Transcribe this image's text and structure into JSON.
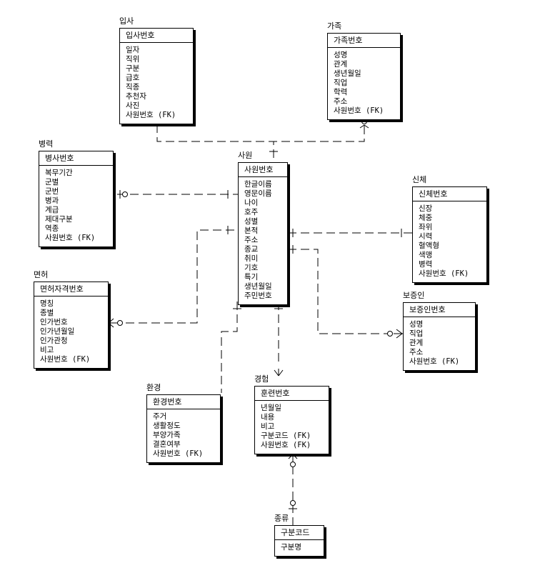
{
  "entities": [
    {
      "id": "ipsa",
      "title": "입사",
      "key": "입사번호",
      "attrs": [
        "일자",
        "직위",
        "구분",
        "급호",
        "직종",
        "추천자",
        "사진",
        "사원번호 (FK)"
      ]
    },
    {
      "id": "gajok",
      "title": "가족",
      "key": "가족번호",
      "attrs": [
        "성명",
        "관계",
        "생년월일",
        "직업",
        "학력",
        "주소",
        "사원번호 (FK)"
      ]
    },
    {
      "id": "byeongryeok",
      "title": "병력",
      "key": "병사번호",
      "attrs": [
        "복무기간",
        "군별",
        "군번",
        "병과",
        "계급",
        "제대구분",
        "역종",
        "사원번호 (FK)"
      ]
    },
    {
      "id": "sawon",
      "title": "사원",
      "key": "사원번호",
      "attrs": [
        "한글이름",
        "영문이름",
        "나이",
        "호주",
        "성별",
        "본적",
        "주소",
        "종교",
        "취미",
        "기호",
        "특기",
        "생년월일",
        "주민번호"
      ]
    },
    {
      "id": "sinche",
      "title": "신체",
      "key": "신체번호",
      "attrs": [
        "신장",
        "체중",
        "좌위",
        "시력",
        "혈액형",
        "색맹",
        "병력",
        "사원번호 (FK)"
      ]
    },
    {
      "id": "myeonheo",
      "title": "면허",
      "key": "면허자격번호",
      "attrs": [
        "명칭",
        "종별",
        "인가번호",
        "인가년월일",
        "인가관청",
        "비고",
        "사원번호 (FK)"
      ]
    },
    {
      "id": "bojeungin",
      "title": "보증인",
      "key": "보증인번호",
      "attrs": [
        "성명",
        "직업",
        "관계",
        "주소",
        "사원번호 (FK)"
      ]
    },
    {
      "id": "hwangyeong",
      "title": "환경",
      "key": "환경번호",
      "attrs": [
        "주거",
        "생활정도",
        "부양가족",
        "결혼여부",
        "사원번호 (FK)"
      ]
    },
    {
      "id": "gyeongheom",
      "title": "경험",
      "key": "훈련번호",
      "attrs": [
        "년월일",
        "내용",
        "비고",
        "구분코드 (FK)",
        "사원번호 (FK)"
      ]
    },
    {
      "id": "jongryu",
      "title": "종류",
      "key": "구분코드",
      "attrs": [
        "구분명"
      ]
    }
  ]
}
